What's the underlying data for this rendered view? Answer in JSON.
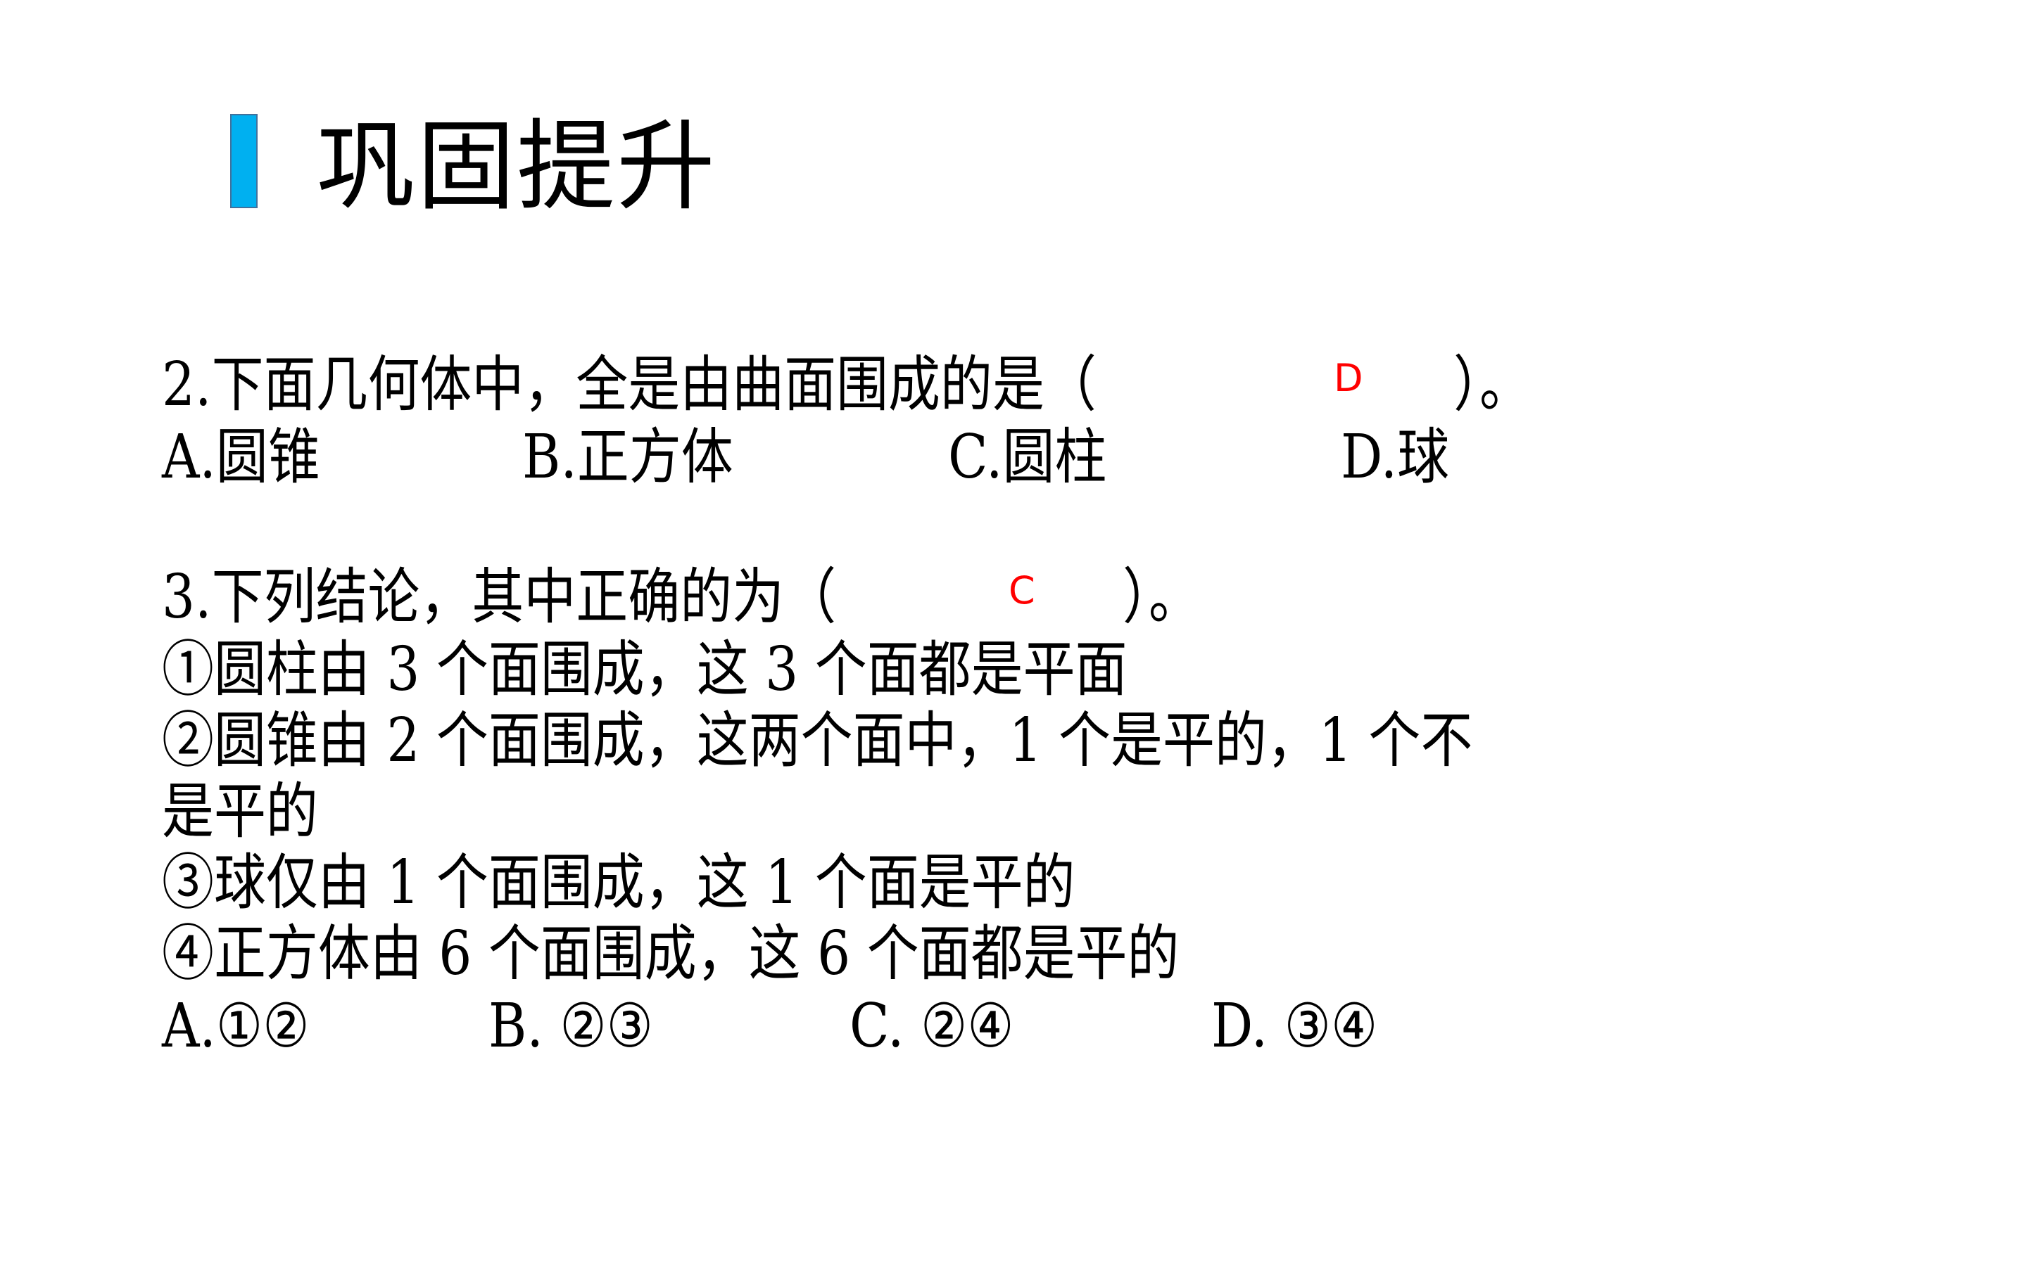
{
  "slide": {
    "section_title": "巩固提升",
    "accent_color": "#00b0f0",
    "answer_color": "#ff0000"
  },
  "question2": {
    "stem": "2.下面几何体中，全是由曲面围成的是（",
    "stem_close": "）。",
    "filled_answer": "D",
    "options": [
      {
        "label": "A.圆锥"
      },
      {
        "label": "B.正方体"
      },
      {
        "label": "C.圆柱"
      },
      {
        "label": "D.球"
      }
    ]
  },
  "question3": {
    "stem": "3.下列结论，其中正确的为（",
    "stem_close": "）。",
    "filled_answer": "C",
    "statements": [
      "①圆柱由 3 个面围成，这 3 个面都是平面",
      "②圆锥由 2 个面围成，这两个面中，1 个是平的，1 个不",
      "是平的",
      "③球仅由 1 个面围成，这 1 个面是平的",
      "④正方体由 6 个面围成，这 6 个面都是平的"
    ],
    "options": [
      {
        "label": "A.①②"
      },
      {
        "label": "B. ②③"
      },
      {
        "label": "C. ②④"
      },
      {
        "label": "D. ③④"
      }
    ]
  }
}
